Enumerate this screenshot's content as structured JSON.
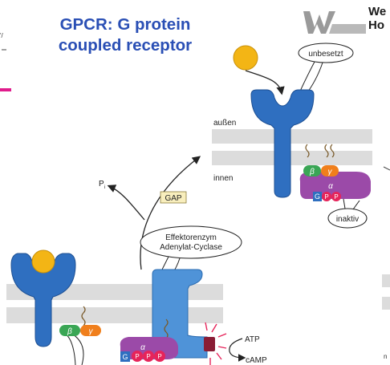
{
  "title": {
    "line1": "GPCR: G protein",
    "line2": "coupled receptor"
  },
  "logo": {
    "line1": "We",
    "line2": "Ho"
  },
  "edge_fragments": {
    "left_top": "'/",
    "left_bottom": "n"
  },
  "labels": {
    "outside": "außen",
    "inside": "innen",
    "unoccupied": "unbesetzt",
    "inactive": "inaktiv",
    "phosphate": "P",
    "phosphate_sub": "i",
    "gap": "GAP",
    "effector_line1": "Effektorenzym",
    "effector_line2": "Adenylat-Cyclase",
    "atp": "ATP",
    "camp": "cAMP"
  },
  "subunits": {
    "beta": "β",
    "gamma": "γ",
    "alpha": "α",
    "g": "G",
    "p": "P"
  },
  "colors": {
    "title": "#2a4fb5",
    "receptor": "#2f6fc0",
    "effector": "#4f93d8",
    "ligand": "#f3b515",
    "membrane": "#dcdcdc",
    "beta": "#3aa655",
    "gamma": "#f07f1c",
    "alpha": "#9b4aa8",
    "phosphate": "#e6245a",
    "g_box": "#2f6fc0",
    "gap_box": "#f8eebd",
    "accent_bar": "#e01c8c"
  }
}
